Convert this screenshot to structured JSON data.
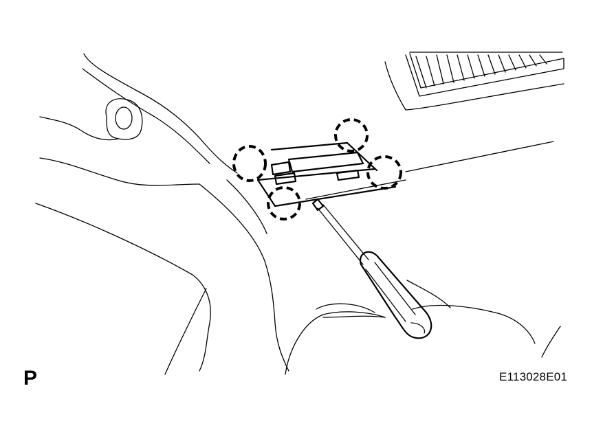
{
  "view_label": "P",
  "figure_code": "E113028E01",
  "icons": [
    "screwdriver-icon",
    "clip-location-marker"
  ],
  "clip_count": 4
}
